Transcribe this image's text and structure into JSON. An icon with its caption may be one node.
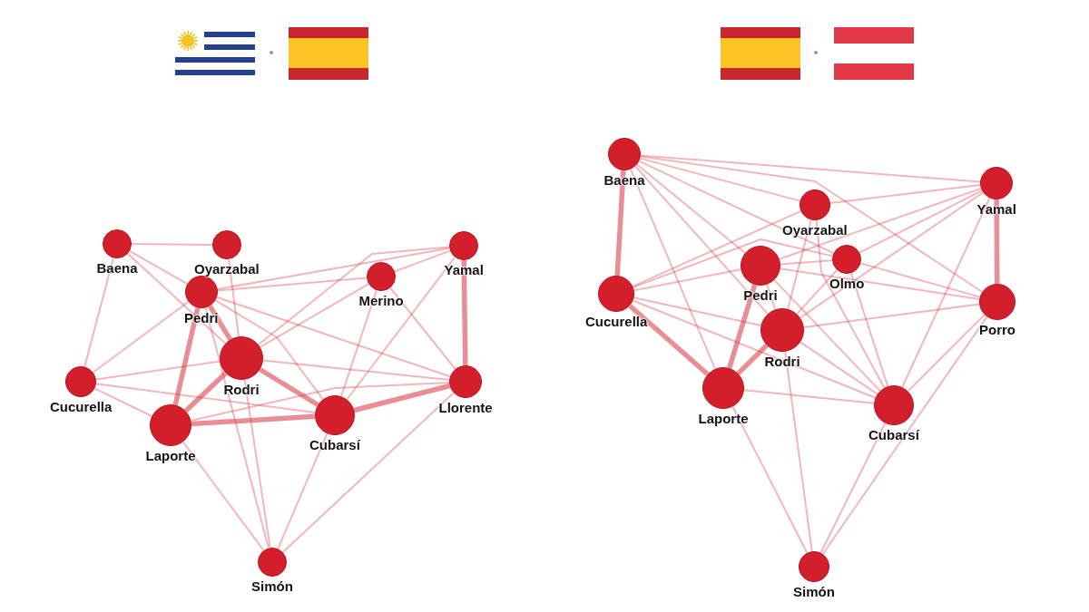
{
  "diagram": {
    "nodes": [
      {
        "text": [
          "Baena"
        ]
      },
      {
        "text": [
          "Oyarzabal"
        ]
      },
      {
        "text": [
          "Yamal"
        ]
      },
      {
        "text": [
          "Merino"
        ]
      },
      {
        "text": [
          "Pedri"
        ]
      },
      {
        "text": [
          "Rodri"
        ]
      },
      {
        "text": [
          "Cucurella"
        ]
      },
      {
        "text": [
          "Llorente"
        ]
      },
      {
        "text": [
          "Cubarsí"
        ]
      },
      {
        "text": [
          "Laporte"
        ]
      },
      {
        "text": [
          "Simón"
        ]
      },
      {
        "text": [
          "Baena"
        ]
      },
      {
        "text": [
          "Yamal"
        ]
      },
      {
        "text": [
          "Oyarzabal"
        ]
      },
      {
        "text": [
          "Olmo"
        ]
      },
      {
        "text": [
          "Pedri"
        ]
      },
      {
        "text": [
          "Cucurella"
        ]
      },
      {
        "text": [
          "Porro"
        ]
      },
      {
        "text": [
          "Rodri"
        ]
      },
      {
        "text": [
          "Laporte"
        ]
      },
      {
        "text": [
          "Cubarsí"
        ]
      },
      {
        "text": [
          "Simón"
        ]
      }
    ],
    "edges": [
      {
        "from": 0,
        "to": 1,
        "arrow": "none"
      },
      {
        "from": 0,
        "to": 6,
        "arrow": "none"
      },
      {
        "from": 0,
        "to": 4,
        "arrow": "none"
      },
      {
        "from": 0,
        "to": 5,
        "arrow": "none"
      },
      {
        "from": 1,
        "to": 5,
        "arrow": "none"
      },
      {
        "from": 4,
        "to": 2,
        "arrow": "none"
      },
      {
        "from": 4,
        "to": 3,
        "arrow": "none"
      },
      {
        "from": 4,
        "to": 6,
        "arrow": "none"
      },
      {
        "from": 4,
        "to": 9,
        "arrow": "none",
        "style": "thick"
      },
      {
        "from": 4,
        "to": 5,
        "arrow": "none",
        "style": "thick"
      },
      {
        "from": 4,
        "to": 7,
        "arrow": "none"
      },
      {
        "from": 4,
        "to": 8,
        "arrow": "none"
      },
      {
        "from": 4,
        "to": 10,
        "arrow": "none"
      },
      {
        "from": 3,
        "to": 5,
        "arrow": "none"
      },
      {
        "from": 2,
        "to": 5,
        "arrow": "none"
      },
      {
        "from": 3,
        "to": 7,
        "arrow": "none"
      },
      {
        "from": 3,
        "to": 8,
        "arrow": "none"
      },
      {
        "from": 2,
        "to": 3,
        "arrow": "none"
      },
      {
        "from": 2,
        "to": 7,
        "arrow": "none",
        "style": "thick"
      },
      {
        "from": 2,
        "to": 8,
        "arrow": "none"
      },
      {
        "from": 5,
        "to": 7,
        "arrow": "none"
      },
      {
        "from": 5,
        "to": 8,
        "arrow": "none",
        "style": "thick"
      },
      {
        "from": 5,
        "to": 9,
        "arrow": "none",
        "style": "thick"
      },
      {
        "from": 5,
        "to": 6,
        "arrow": "none"
      },
      {
        "from": 5,
        "to": 10,
        "arrow": "none"
      },
      {
        "from": 6,
        "to": 9,
        "arrow": "none"
      },
      {
        "from": 6,
        "to": 8,
        "arrow": "none"
      },
      {
        "from": 9,
        "to": 8,
        "arrow": "none",
        "style": "thick"
      },
      {
        "from": 9,
        "to": 10,
        "arrow": "none"
      },
      {
        "from": 9,
        "to": 7,
        "arrow": "none"
      },
      {
        "from": 8,
        "to": 7,
        "arrow": "none",
        "style": "thick"
      },
      {
        "from": 8,
        "to": 10,
        "arrow": "none"
      },
      {
        "from": 7,
        "to": 10,
        "arrow": "none"
      },
      {
        "from": 11,
        "to": 12,
        "arrow": "none"
      },
      {
        "from": 11,
        "to": 16,
        "arrow": "none",
        "style": "thick"
      },
      {
        "from": 11,
        "to": 13,
        "arrow": "none"
      },
      {
        "from": 11,
        "to": 14,
        "arrow": "none"
      },
      {
        "from": 11,
        "to": 17,
        "arrow": "none"
      },
      {
        "from": 11,
        "to": 15,
        "arrow": "none"
      },
      {
        "from": 11,
        "to": 18,
        "arrow": "none"
      },
      {
        "from": 11,
        "to": 19,
        "arrow": "none"
      },
      {
        "from": 12,
        "to": 17,
        "arrow": "none",
        "style": "thick"
      },
      {
        "from": 12,
        "to": 13,
        "arrow": "none"
      },
      {
        "from": 12,
        "to": 15,
        "arrow": "none"
      },
      {
        "from": 12,
        "to": 18,
        "arrow": "none"
      },
      {
        "from": 12,
        "to": 20,
        "arrow": "none"
      },
      {
        "from": 12,
        "to": 14,
        "arrow": "none"
      },
      {
        "from": 13,
        "to": 16,
        "arrow": "none"
      },
      {
        "from": 13,
        "to": 18,
        "arrow": "none"
      },
      {
        "from": 13,
        "to": 20,
        "arrow": "none"
      },
      {
        "from": 15,
        "to": 16,
        "arrow": "none"
      },
      {
        "from": 15,
        "to": 14,
        "arrow": "none"
      },
      {
        "from": 15,
        "to": 17,
        "arrow": "none"
      },
      {
        "from": 15,
        "to": 18,
        "arrow": "none"
      },
      {
        "from": 15,
        "to": 19,
        "arrow": "none",
        "style": "thick"
      },
      {
        "from": 15,
        "to": 20,
        "arrow": "none"
      },
      {
        "from": 14,
        "to": 16,
        "arrow": "none"
      },
      {
        "from": 14,
        "to": 18,
        "arrow": "none"
      },
      {
        "from": 14,
        "to": 17,
        "arrow": "none"
      },
      {
        "from": 14,
        "to": 20,
        "arrow": "none"
      },
      {
        "from": 16,
        "to": 18,
        "arrow": "none"
      },
      {
        "from": 16,
        "to": 19,
        "arrow": "none",
        "style": "thick"
      },
      {
        "from": 16,
        "to": 20,
        "arrow": "none"
      },
      {
        "from": 17,
        "to": 18,
        "arrow": "none"
      },
      {
        "from": 17,
        "to": 20,
        "arrow": "none"
      },
      {
        "from": 17,
        "to": 21,
        "arrow": "none"
      },
      {
        "from": 18,
        "to": 19,
        "arrow": "none",
        "style": "thick"
      },
      {
        "from": 18,
        "to": 20,
        "arrow": "none"
      },
      {
        "from": 18,
        "to": 21,
        "arrow": "none"
      },
      {
        "from": 19,
        "to": 20,
        "arrow": "none"
      },
      {
        "from": 19,
        "to": 21,
        "arrow": "none"
      },
      {
        "from": 20,
        "to": 21,
        "arrow": "none"
      }
    ]
  }
}
